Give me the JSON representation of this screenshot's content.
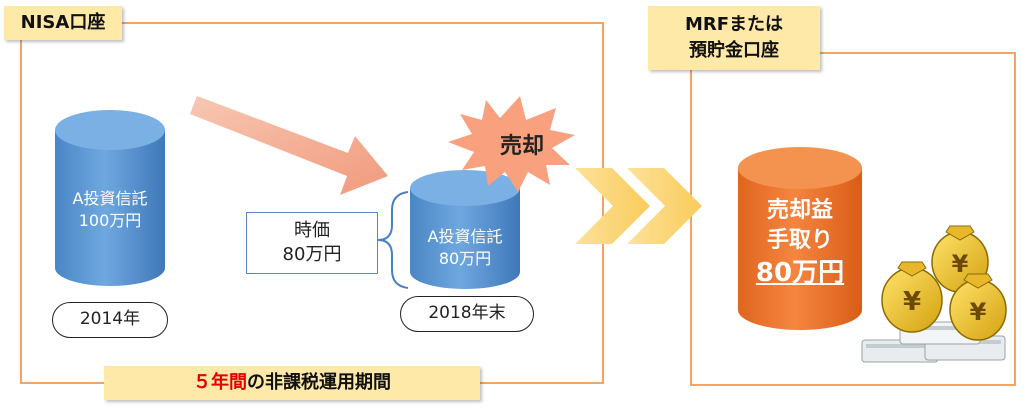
{
  "nisa_label": "NISA口座",
  "mrf_label_line1": "MRFまたは",
  "mrf_label_line2": "預貯金口座",
  "fund_name": "A投資信託",
  "fund_value_2014": "100万円",
  "fund_value_2018": "80万円",
  "year_start": "2014年",
  "year_end": "2018年末",
  "market_label_line1": "時価",
  "market_label_line2": "80万円",
  "sell_label": "売却",
  "period_highlight": "５年間",
  "period_rest": "の非課税運用期間",
  "proceeds_line1": "売却益",
  "proceeds_line2": "手取り",
  "proceeds_amount": "80万円",
  "colors": {
    "frame": "#f4a460",
    "tag_bg": "#ffe9a8",
    "fund_blue": "#5b9bd5",
    "proceeds_orange": "#ed7d31",
    "highlight_red": "#e00000"
  },
  "icons": {
    "money_bags": "yen-money-bags-icon",
    "cash_stacks": "cash-stack-icon",
    "sell_burst": "starburst-icon"
  }
}
